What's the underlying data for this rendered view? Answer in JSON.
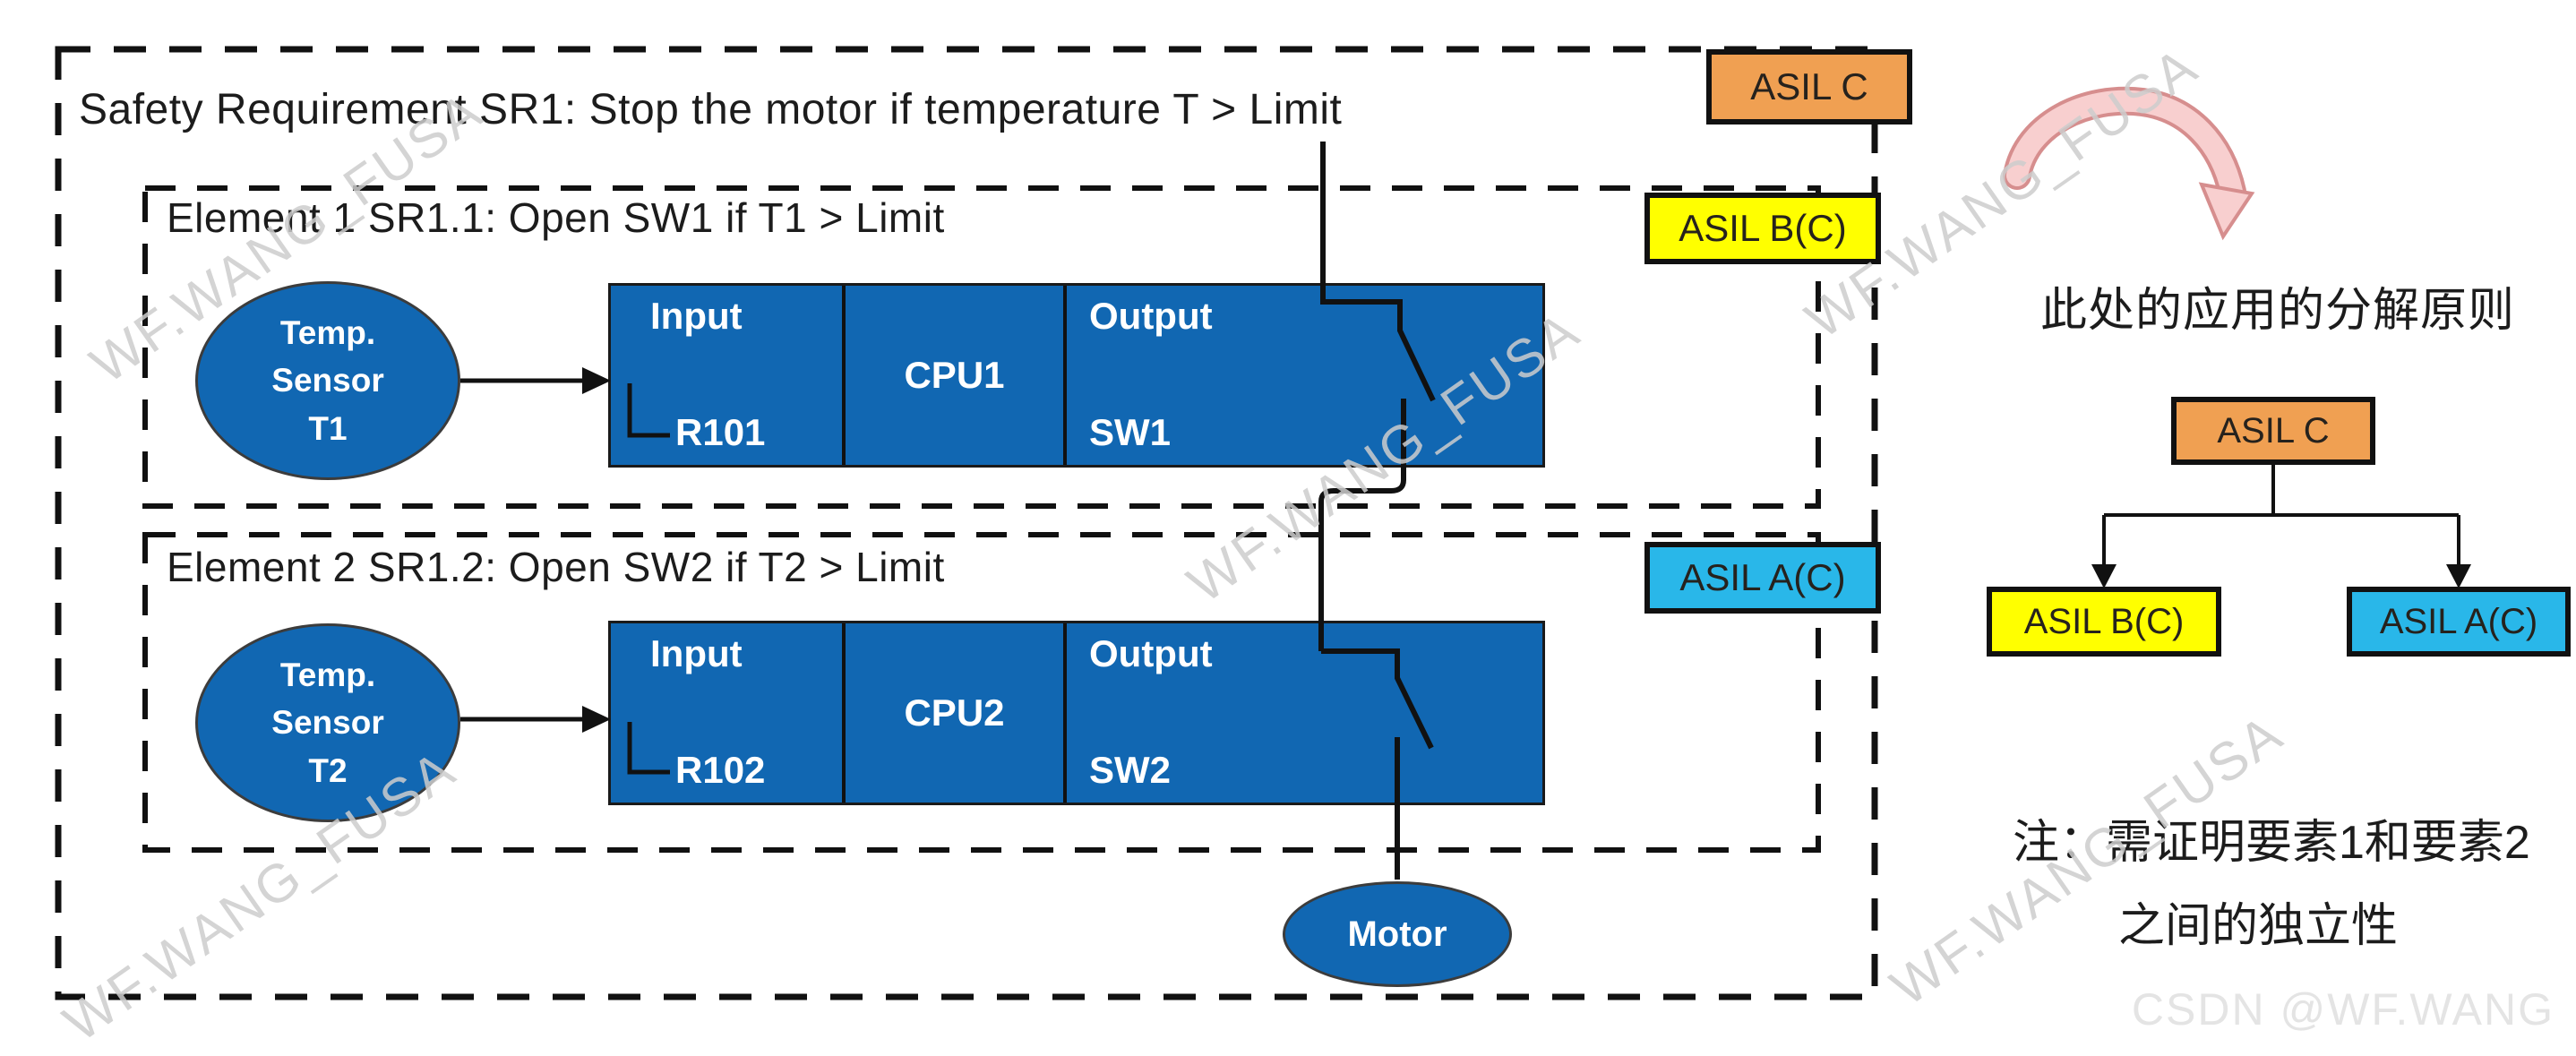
{
  "header": {
    "title": "Safety Requirement SR1: Stop the motor if temperature T > Limit",
    "asil_badge": "ASIL C"
  },
  "element1": {
    "title": "Element 1 SR1.1: Open SW1 if T1 > Limit",
    "asil_badge": "ASIL B(C)",
    "sensor": {
      "line1": "Temp.",
      "line2": "Sensor",
      "line3": "T1"
    },
    "block": {
      "input_label": "Input",
      "input_channel": "R101",
      "cpu_label": "CPU1",
      "output_label": "Output",
      "output_channel": "SW1"
    }
  },
  "element2": {
    "title": "Element 2 SR1.2: Open SW2 if T2 > Limit",
    "asil_badge": "ASIL A(C)",
    "sensor": {
      "line1": "Temp.",
      "line2": "Sensor",
      "line3": "T2"
    },
    "block": {
      "input_label": "Input",
      "input_channel": "R102",
      "cpu_label": "CPU2",
      "output_label": "Output",
      "output_channel": "SW2"
    }
  },
  "motor_label": "Motor",
  "decomposition_panel": {
    "caption": "此处的应用的分解原则",
    "tree": {
      "root": "ASIL C",
      "left_child": "ASIL B(C)",
      "right_child": "ASIL A(C)"
    },
    "note_line1": "注：需证明要素1和要素2",
    "note_line2": "之间的独立性"
  },
  "watermark": {
    "diagonal_text": "WF.WANG_FUSA",
    "csdn_text": "CSDN @WF.WANG"
  },
  "colors": {
    "shape_blue": "#1167B2",
    "asil_c_orange": "#F0A052",
    "asil_b_yellow": "#FFFF00",
    "asil_a_cyan": "#29B7E9",
    "arrow_pink_fill": "#F8CFCF",
    "arrow_pink_stroke": "#D68E8E"
  }
}
